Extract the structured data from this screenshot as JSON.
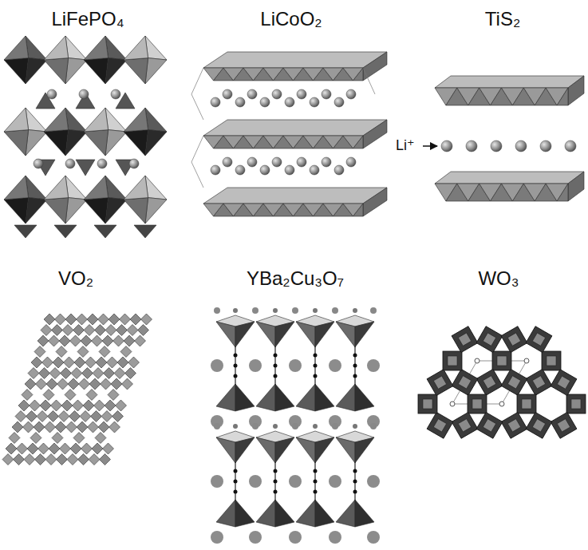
{
  "diagram": {
    "labels": [
      "LiFePO₄",
      "LiCoO₂",
      "TiS₂",
      "Li⁺",
      "VO₂",
      "YBa₂Cu₃O₇",
      "WO₃"
    ]
  }
}
